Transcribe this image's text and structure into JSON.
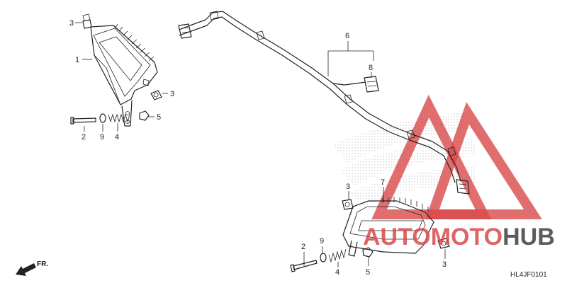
{
  "diagram": {
    "code": "HL4JF0101",
    "direction_label": "FR.",
    "watermark": {
      "part1": "AUTO",
      "part2": "MOTO",
      "part3": "HUB",
      "accent": "#d94a4a",
      "dark": "#4a4a4a"
    },
    "callouts": {
      "upper_3a": "3",
      "upper_1": "1",
      "upper_3b": "3",
      "upper_5": "5",
      "upper_2": "2",
      "upper_9": "9",
      "upper_4": "4",
      "harness_6": "6",
      "harness_8": "8",
      "lower_3a": "3",
      "lower_7": "7",
      "lower_9": "9",
      "lower_2": "2",
      "lower_4": "4",
      "lower_5": "5",
      "lower_3b": "3"
    }
  }
}
